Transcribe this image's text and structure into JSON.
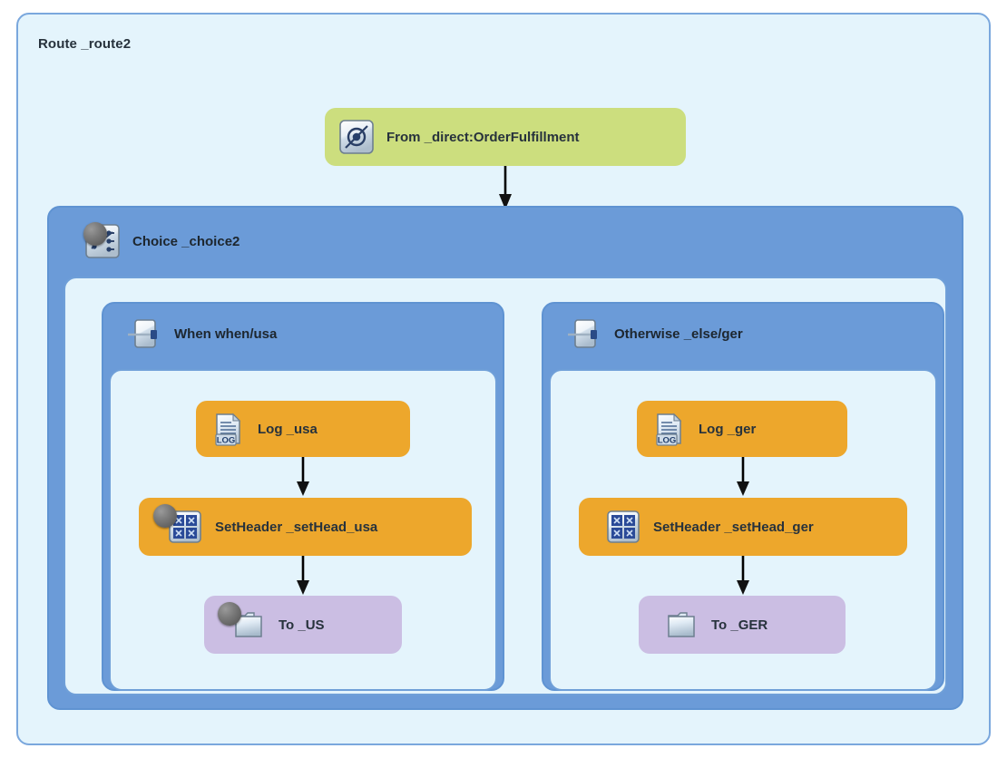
{
  "route": {
    "title": "Route _route2"
  },
  "from_node": {
    "label": "From _direct:OrderFulfillment",
    "icon": "direct-endpoint-icon",
    "color": "#ccde7e"
  },
  "choice": {
    "label": "Choice _choice2",
    "icon": "choice-branch-icon",
    "header_color": "#6b9bd8",
    "has_ball": true
  },
  "branches": [
    {
      "header_label": "When when/usa",
      "icon": "when-filter-icon",
      "nodes": [
        {
          "label": "Log _usa",
          "icon": "log-document-icon",
          "color": "#eda72c",
          "has_ball": false
        },
        {
          "label": "SetHeader _setHead_usa",
          "icon": "set-header-icon",
          "color": "#eda72c",
          "has_ball": true
        },
        {
          "label": "To _US",
          "icon": "folder-icon",
          "color": "#cbbee3",
          "has_ball": true
        }
      ]
    },
    {
      "header_label": "Otherwise _else/ger",
      "icon": "otherwise-filter-icon",
      "nodes": [
        {
          "label": "Log _ger",
          "icon": "log-document-icon",
          "color": "#eda72c",
          "has_ball": false
        },
        {
          "label": "SetHeader _setHead_ger",
          "icon": "set-header-icon",
          "color": "#eda72c",
          "has_ball": false
        },
        {
          "label": "To _GER",
          "icon": "folder-icon",
          "color": "#cbbee3",
          "has_ball": false
        }
      ]
    }
  ],
  "colors": {
    "canvas": "#e4f4fc",
    "border": "#6f9fd8",
    "header_blue": "#6b9bd8",
    "green": "#ccde7e",
    "orange": "#eda72c",
    "purple": "#cbbee3",
    "arrow": "#000000",
    "text": "#27323c"
  }
}
